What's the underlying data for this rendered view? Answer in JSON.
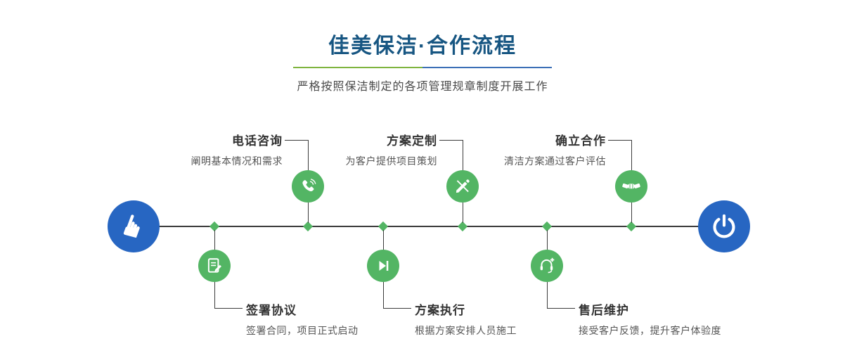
{
  "header": {
    "title": "佳美保洁·合作流程",
    "subtitle": "严格按照保洁制定的各项管理规章制度开展工作"
  },
  "timeline": {
    "start_icon": "pointing-hand-icon",
    "end_icon": "power-icon"
  },
  "steps_top": [
    {
      "label": "电话咨询",
      "desc": "阐明基本情况和需求",
      "icon": "phone-icon"
    },
    {
      "label": "方案定制",
      "desc": "为客户提供项目策划",
      "icon": "pencil-icon"
    },
    {
      "label": "确立合作",
      "desc": "清洁方案通过客户评估",
      "icon": "handshake-icon"
    }
  ],
  "steps_bottom": [
    {
      "label": "签署协议",
      "desc": "签署合同，项目正式启动",
      "icon": "document-icon"
    },
    {
      "label": "方案执行",
      "desc": "根据方案安排人员施工",
      "icon": "play-icon"
    },
    {
      "label": "售后维护",
      "desc": "接受客户反馈，提升客户体验度",
      "icon": "headset-icon"
    }
  ],
  "colors": {
    "accent_blue": "#2766c2",
    "accent_green": "#53b564",
    "title_color": "#175682",
    "divider_green": "#7fb43e",
    "divider_blue": "#3b6fb6",
    "line_color": "#3b3b3b"
  },
  "glyphs": {
    "pointing_hand": "☛"
  }
}
